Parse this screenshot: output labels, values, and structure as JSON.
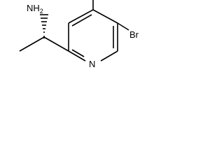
{
  "molecule": {
    "atom_labels": {
      "amine": "NH",
      "amine_subscript": "2",
      "ring_nitrogen": "N",
      "bromine": "Br"
    },
    "colors": {
      "bond": "#000000",
      "text": "#000000",
      "background": "#ffffff"
    }
  }
}
